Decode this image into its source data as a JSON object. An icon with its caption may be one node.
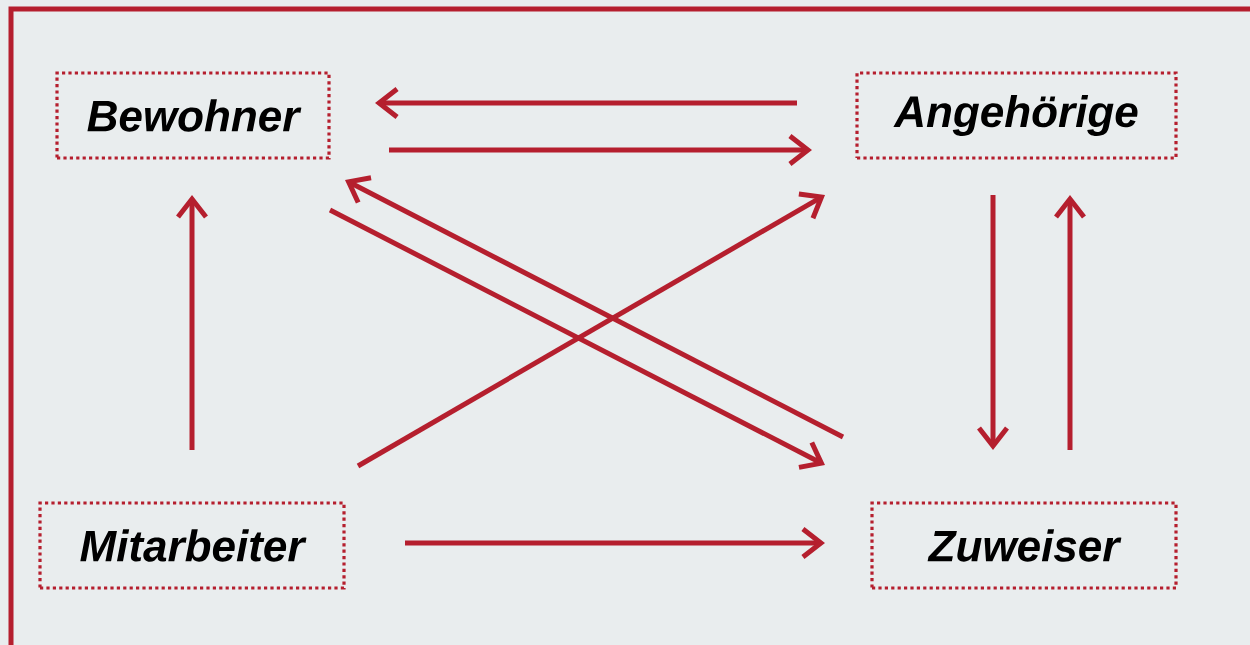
{
  "diagram": {
    "nodes": [
      {
        "text": [
          "Bewohner"
        ]
      },
      {
        "text": [
          "Angehörige"
        ]
      },
      {
        "text": [
          "Mitarbeiter"
        ]
      },
      {
        "text": [
          "Zuweiser"
        ]
      }
    ],
    "edges": [
      {
        "from": 1,
        "to": 0,
        "arrow": "to"
      },
      {
        "from": 0,
        "to": 1,
        "arrow": "to"
      },
      {
        "from": 3,
        "to": 0,
        "arrow": "to"
      },
      {
        "from": 0,
        "to": 3,
        "arrow": "to"
      },
      {
        "from": 2,
        "to": 1,
        "arrow": "to"
      },
      {
        "from": 2,
        "to": 0,
        "arrow": "to"
      },
      {
        "from": 1,
        "to": 3,
        "arrow": "to"
      },
      {
        "from": 3,
        "to": 1,
        "arrow": "to"
      },
      {
        "from": 2,
        "to": 3,
        "arrow": "to"
      }
    ]
  }
}
